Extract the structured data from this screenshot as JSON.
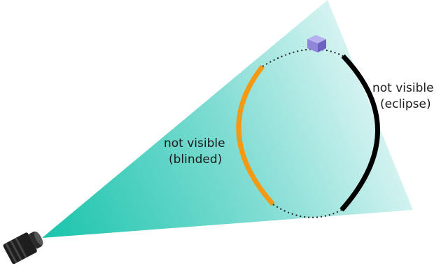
{
  "labels": {
    "blinded_line1": "not visible",
    "blinded_line2": "(blinded)",
    "eclipse_line1": "not visible",
    "eclipse_line2": "(eclipse)"
  },
  "colors": {
    "beam_near": "#19c4ab",
    "beam_far": "#d9f3f2",
    "blinded_arc": "#f39a12",
    "eclipse_arc": "#000000",
    "orbit_dotted": "#222222",
    "satellite": "#8f86d9",
    "camera_body": "#1e1e1e"
  },
  "icons": {
    "camera": "camera-icon",
    "satellite": "satellite-cube-icon"
  }
}
